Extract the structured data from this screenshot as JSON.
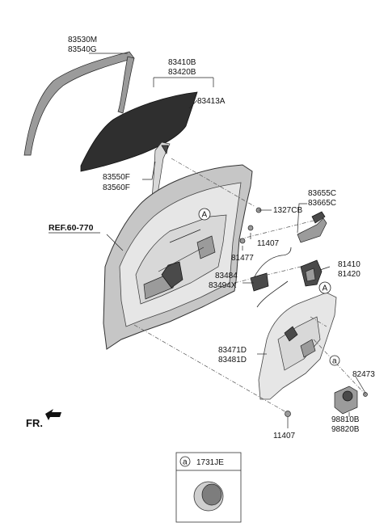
{
  "labels": {
    "p83530": [
      "83530M",
      "83540G"
    ],
    "p83410": [
      "83410B",
      "83420B"
    ],
    "p83413": "83413A",
    "p83550": [
      "83550F",
      "83560F"
    ],
    "p83655": [
      "83655C",
      "83665C"
    ],
    "p1327": "1327CB",
    "p11407_top": "11407",
    "p81477": "81477",
    "p81410": [
      "81410",
      "81420"
    ],
    "p83484": [
      "83484",
      "83494X"
    ],
    "p83471": [
      "83471D",
      "83481D"
    ],
    "p82473": "82473",
    "p98810": [
      "98810B",
      "98820B"
    ],
    "p11407_bottom": "11407",
    "ref": "REF.60-770",
    "fr": "FR."
  },
  "callouts": {
    "a_upper": "A",
    "a_mid": "A",
    "a_small": "a"
  },
  "legend": {
    "letter": "a",
    "part": "1731JE"
  }
}
